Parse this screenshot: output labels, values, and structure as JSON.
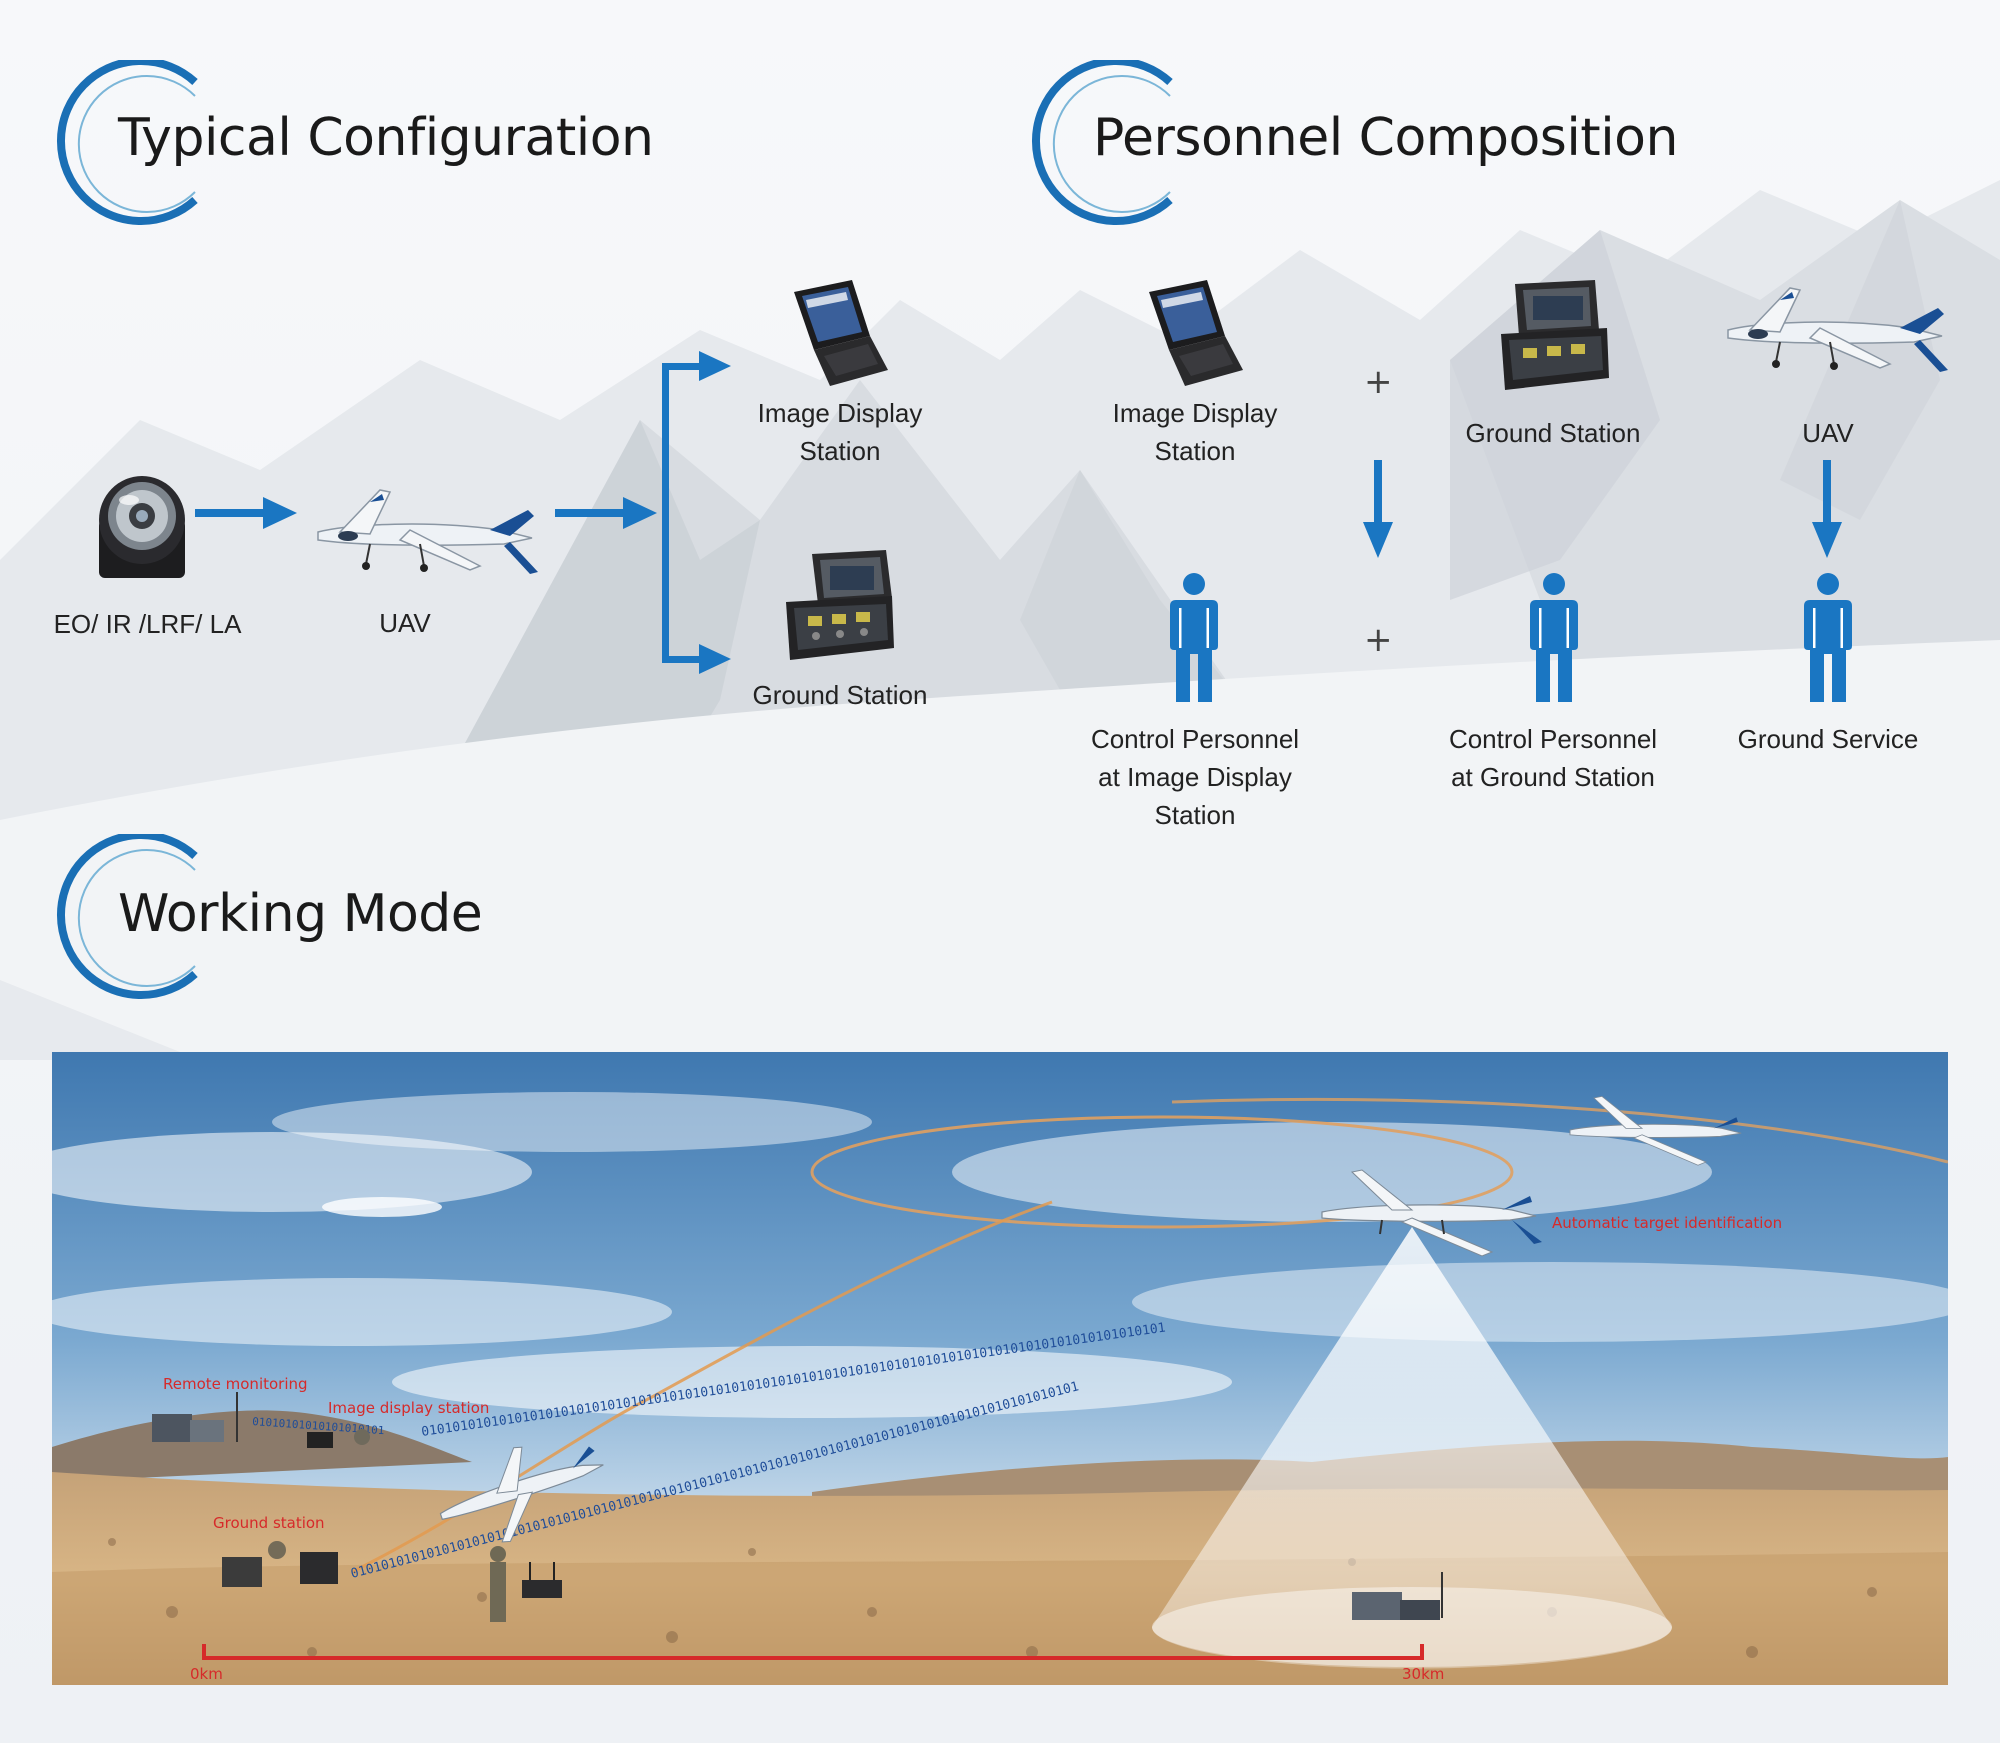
{
  "colors": {
    "accent_blue": "#1a76c2",
    "ring_blue": "#1a6fb5",
    "red_label": "#d62a2a",
    "orbit_orange": "#e0a060"
  },
  "sections": {
    "typical_configuration": "Typical Configuration",
    "personnel_composition": "Personnel Composition",
    "working_mode": "Working Mode"
  },
  "typical_configuration": {
    "payload_label": "EO/ IR /LRF/ LA",
    "uav_label": "UAV",
    "outputs": [
      {
        "label_line1": "Image Display",
        "label_line2": "Station",
        "icon": "laptop-icon"
      },
      {
        "label_line1": "Ground Station",
        "label_line2": "",
        "icon": "ground-station-case-icon"
      }
    ]
  },
  "personnel_composition": {
    "equipment": [
      {
        "line1": "Image Display",
        "line2": "Station",
        "icon": "laptop-icon"
      },
      {
        "line1": "Ground Station",
        "line2": "",
        "icon": "ground-station-case-icon"
      },
      {
        "line1": "UAV",
        "line2": "",
        "icon": "uav-icon"
      }
    ],
    "plus_symbol": "+",
    "personnel": [
      {
        "line1": "Control Personnel",
        "line2": "at Image Display",
        "line3": "Station",
        "icon": "person-icon"
      },
      {
        "line1": "Control Personnel",
        "line2": "at Ground Station",
        "line3": "",
        "icon": "person-icon"
      },
      {
        "line1": "Ground Service",
        "line2": "",
        "line3": "",
        "icon": "person-icon"
      }
    ]
  },
  "working_mode": {
    "labels": {
      "remote_monitoring": "Remote monitoring",
      "image_display_station": "Image display station",
      "ground_station": "Ground station",
      "automatic_target": "Automatic target identification"
    },
    "binary_stream": "010101010101010101010101010101010101010101010101010101010101010101010101010101010101010101010101",
    "binary_short": "01010101010101010101",
    "scale_start": "0km",
    "scale_end": "30km"
  }
}
